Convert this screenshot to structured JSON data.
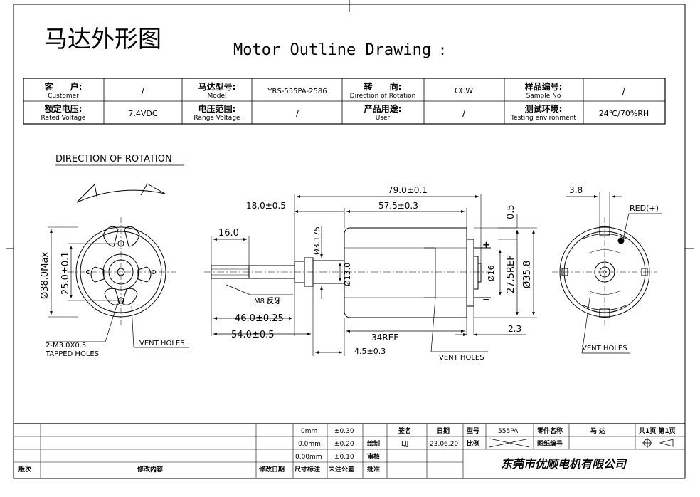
{
  "header": {
    "title_cn": "马达外形图",
    "title_en": "Motor Outline Drawing",
    "title_colon": ":"
  },
  "info": {
    "customer_cn": "客　　户:",
    "customer_en": "Customer",
    "customer_val": "/",
    "model_cn": "马达型号:",
    "model_en": "Model",
    "model_val": "YRS-555PA-2586",
    "rotation_cn": "转　　向:",
    "rotation_en": "Direction of Rotation",
    "rotation_val": "CCW",
    "sample_cn": "样品编号:",
    "sample_en": "Sample No",
    "sample_val": "/",
    "voltage_cn": "额定电压:",
    "voltage_en": "Rated Voltage",
    "voltage_val": "7.4VDC",
    "range_cn": "电压范围:",
    "range_en": "Range Voltage",
    "range_val": "/",
    "user_cn": "产品用途:",
    "user_en": "User",
    "user_val": "/",
    "env_cn": "测试环境:",
    "env_en": "Testing environment",
    "env_val": "24℃/70%RH"
  },
  "drawing": {
    "direction_title": "DIRECTION OF ROTATION",
    "dia_38": "Ø38.0Max",
    "dim_25": "25.0±0.1",
    "tapped_1": "2-M3.0X0.5",
    "tapped_2": "TAPPED HOLES",
    "vent_front": "VENT HOLES",
    "dim_79": "79.0±0.1",
    "dim_575": "57.5±0.3",
    "dim_18": "18.0±0.5",
    "dim_16": "16.0",
    "dim_3175": "Ø3.175",
    "dim_13": "Ø13.0",
    "dim_phi16": "Ø16",
    "dim_275": "27.5REF",
    "dim_358": "Ø35.8",
    "dim_05": "0.5",
    "m8": "M8",
    "m8_cn": "反牙",
    "dim_46": "46.0±0.25",
    "dim_54": "54.0±0.5",
    "dim_34": "34REF",
    "dim_45": "4.5±0.3",
    "dim_23": "2.3",
    "vent_side": "VENT HOLES",
    "plus": "+",
    "minus": "−",
    "dim_38r": "3.8",
    "red": "RED(+)",
    "vent_rear": "VENT HOLES"
  },
  "titleblock": {
    "tol_rows": [
      {
        "unit": "0mm",
        "tol": "±0.30"
      },
      {
        "unit": "0.0mm",
        "tol": "±0.20"
      },
      {
        "unit": "0.00mm",
        "tol": "±0.10"
      }
    ],
    "sign_label": "签名",
    "date_label": "日期",
    "type_label": "型号",
    "type_val": "555PA",
    "part_label": "零件名称",
    "part_val": "马 达",
    "pages": "共1页 第1页",
    "draw_label": "绘制",
    "draw_name": "LJJ",
    "draw_date": "23.06.20",
    "scale_label": "比例",
    "drawing_no_label": "图纸编号",
    "review_label": "审核",
    "approve_label": "批准",
    "rev_label": "版次",
    "content_label": "修改内容",
    "mod_date_label": "修改日期",
    "dim_label": "尺寸标注",
    "nontol_label": "未注公差",
    "company": "东莞市优顺电机有限公司"
  }
}
